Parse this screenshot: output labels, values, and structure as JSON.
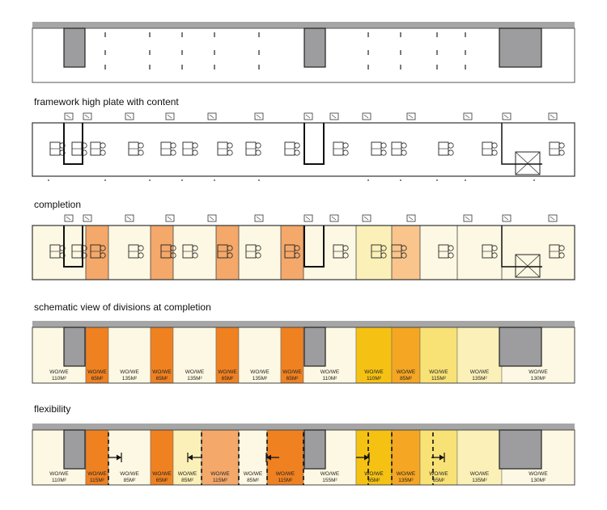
{
  "labels": {
    "framework": "framework high plate with content",
    "completion": "completion",
    "schematic": "schematic view of divisions at completion",
    "flexibility": "flexibility"
  },
  "colors": {
    "frame_top": "#a6a6a6",
    "core": "#9d9d9f",
    "pale": "#fdf8e3",
    "light": "#fbf0b8",
    "yellow": "#f8e276",
    "gold": "#f5c214",
    "amber": "#f5a623",
    "orange": "#f08121",
    "peach": "#f4a86a",
    "light_orange": "#f9c58c"
  },
  "schematic_units": [
    {
      "use": "WO/WE",
      "area": "110M²"
    },
    {
      "use": "WO/WE",
      "area": "65M²"
    },
    {
      "use": "WO/WE",
      "area": "135M²"
    },
    {
      "use": "WO/WE",
      "area": "65M²"
    },
    {
      "use": "WO/WE",
      "area": "135M²"
    },
    {
      "use": "WO/WE",
      "area": "65M²"
    },
    {
      "use": "WO/WE",
      "area": "135M²"
    },
    {
      "use": "WO/WE",
      "area": "65M²"
    },
    {
      "use": "WO/WE",
      "area": "110M²"
    },
    {
      "use": "WO/WE",
      "area": "110M²"
    },
    {
      "use": "WO/WE",
      "area": "85M²"
    },
    {
      "use": "WO/WE",
      "area": "115M²"
    },
    {
      "use": "WO/WE",
      "area": "135M²"
    },
    {
      "use": "WO/WE",
      "area": "130M²"
    }
  ],
  "flex_units": [
    {
      "use": "WO/WE",
      "area": "110M²"
    },
    {
      "use": "WO/WE",
      "area": "115M²"
    },
    {
      "use": "WO/WE",
      "area": "85M²"
    },
    {
      "use": "WO/WE",
      "area": "65M²"
    },
    {
      "use": "WO/WE",
      "area": "85M²"
    },
    {
      "use": "WO/WE",
      "area": "115M²"
    },
    {
      "use": "WO/WE",
      "area": "85M²"
    },
    {
      "use": "WO/WE",
      "area": "115M²"
    },
    {
      "use": "WO/WE",
      "area": "155M²"
    },
    {
      "use": "WO/WE",
      "area": "65M²"
    },
    {
      "use": "WO/WE",
      "area": "135M²"
    },
    {
      "use": "WO/WE",
      "area": "65M²"
    },
    {
      "use": "WO/WE",
      "area": "135M²"
    },
    {
      "use": "WO/WE",
      "area": "130M²"
    }
  ]
}
